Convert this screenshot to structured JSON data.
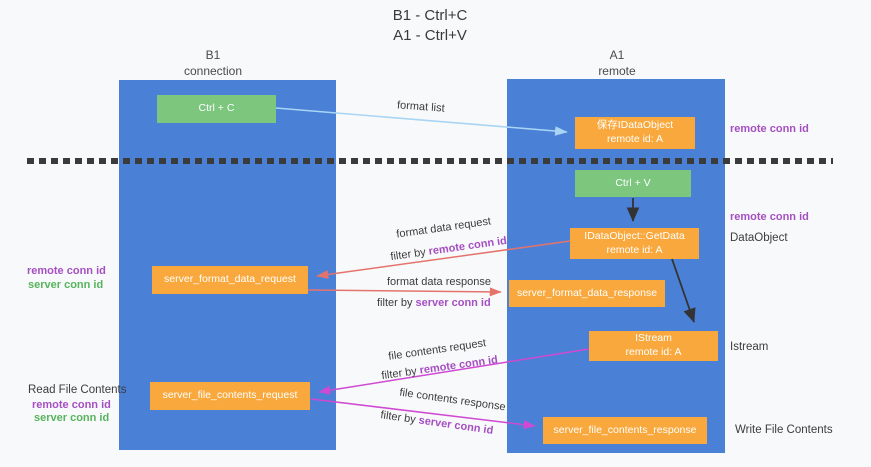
{
  "title": {
    "line1": "B1 - Ctrl+C",
    "line2": "A1 - Ctrl+V"
  },
  "columns": {
    "b1": {
      "name": "B1",
      "subtitle": "connection"
    },
    "a1": {
      "name": "A1",
      "subtitle": "remote"
    }
  },
  "boxes": {
    "ctrl_c": "Ctrl + C",
    "ctrl_v": "Ctrl + V",
    "save_idataobject": {
      "line1": "保存IDataObject",
      "line2": "remote id: A"
    },
    "getdata": {
      "line1": "IDataObject::GetData",
      "line2": "remote id: A"
    },
    "istream": {
      "line1": "IStream",
      "line2": "remote id: A"
    },
    "server_format_data_request": "server_format_data_request",
    "server_format_data_response": "server_format_data_response",
    "server_file_contents_request": "server_file_contents_request",
    "server_file_contents_response": "server_file_contents_response"
  },
  "arrows": {
    "format_list": "format list",
    "format_data_request": "format data request",
    "format_data_response": "format data response",
    "file_contents_request": "file contents request",
    "file_contents_response": "file contents response"
  },
  "terms": {
    "filter_by": "filter by ",
    "remote_conn_id": "remote conn id",
    "server_conn_id": "server conn id"
  },
  "side": {
    "dataobject": "DataObject",
    "istream": "Istream",
    "read_file_contents": "Read File Contents",
    "write_file_contents": "Write File Contents"
  },
  "colors": {
    "column_blue": "#4a80d6",
    "box_green": "#7cc67e",
    "box_orange": "#f8a83c",
    "arrow_blue": "#a9d5f5",
    "arrow_salmon": "#e5736d",
    "arrow_magenta": "#cf4ad2",
    "label_purple": "#a64fc2",
    "label_green": "#56b45c",
    "dash_dark": "#3b3b3b"
  }
}
